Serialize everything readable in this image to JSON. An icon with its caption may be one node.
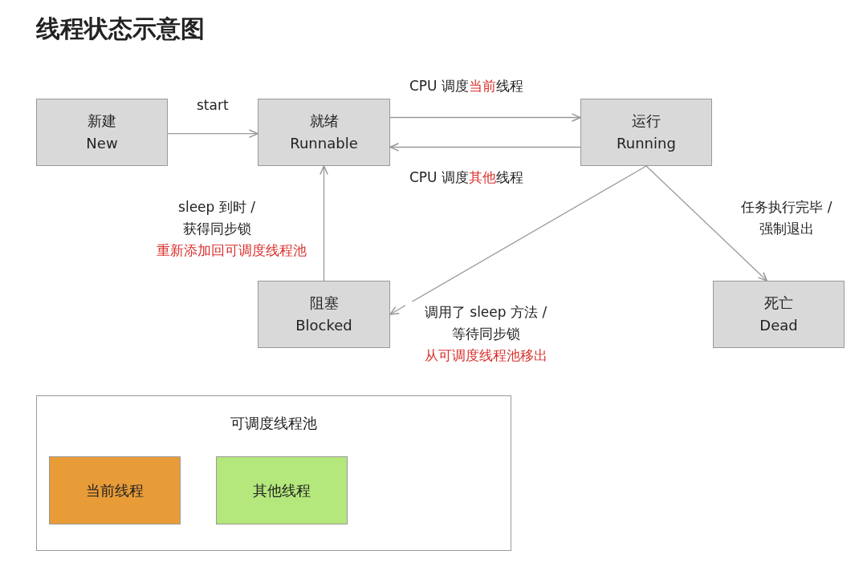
{
  "diagram": {
    "title": "线程状态示意图",
    "nodes": [
      {
        "text": [
          "新建",
          "New"
        ]
      },
      {
        "text": [
          "就绪",
          "Runnable"
        ]
      },
      {
        "text": [
          "运行",
          "Running"
        ]
      },
      {
        "text": [
          "阻塞",
          "Blocked"
        ]
      },
      {
        "text": [
          "死亡",
          "Dead"
        ]
      },
      {
        "text": [
          "可调度线程池"
        ]
      },
      {
        "text": [
          "当前线程"
        ],
        "in": 5
      },
      {
        "text": [
          "其他线程"
        ],
        "in": 5
      }
    ],
    "edges": [
      {
        "from": 0,
        "to": 1,
        "arrow": "to",
        "label": "start"
      },
      {
        "from": 1,
        "to": 2,
        "arrow": "to",
        "label": "CPU 调度**当前**线程"
      },
      {
        "from": 2,
        "to": 1,
        "arrow": "to",
        "label": "CPU 调度**其他**线程"
      },
      {
        "from": 3,
        "to": 1,
        "arrow": "to",
        "label": "sleep 到时 / 获得同步锁**重新添加回可调度线程池**"
      },
      {
        "from": 2,
        "to": 3,
        "arrow": "to",
        "label": "调用了 sleep 方法 / 等待同步锁**从可调度线程池移出**"
      },
      {
        "from": 2,
        "to": 4,
        "arrow": "to",
        "label": "任务执行完毕 / 强制退出"
      }
    ]
  }
}
